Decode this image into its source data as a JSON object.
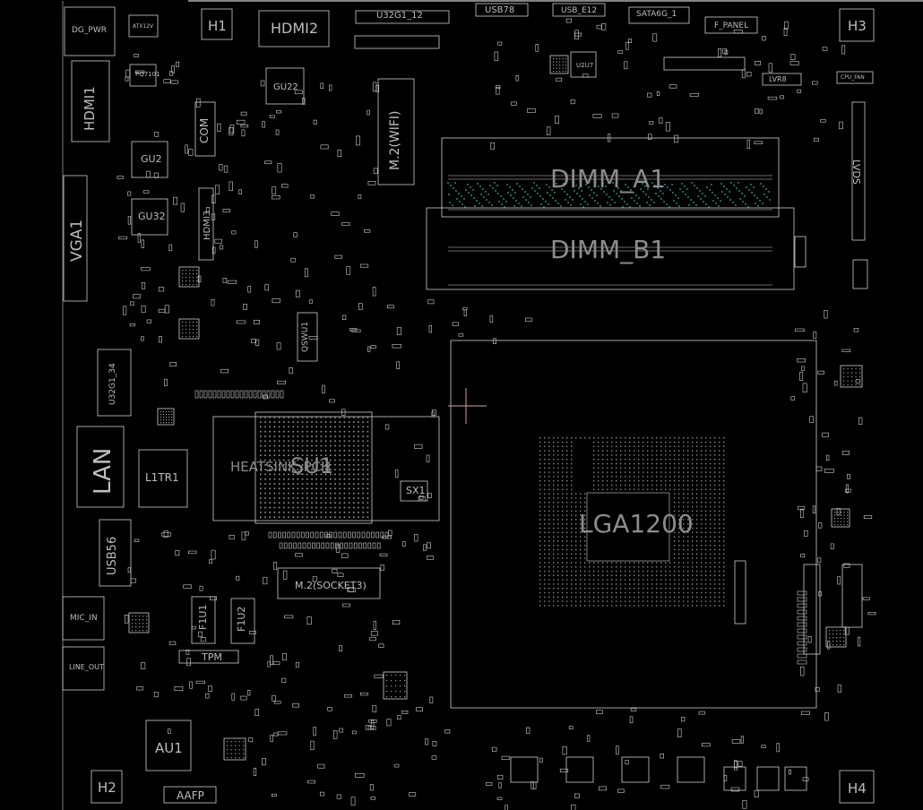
{
  "board": {
    "background": "#000000",
    "line_color": "#cfcfcf",
    "text_color": "#bdbdbd",
    "via_color": "#1fb59a",
    "cursor_color": "#d8a0a0"
  },
  "labels": {
    "dg_pwr": "DG_PWR",
    "atx12v": "ATX12V",
    "h1": "H1",
    "hdmi2": "HDMI2",
    "u32g1_12": "U32G1_12",
    "usb78": "USB78",
    "usb_e12": "USB_E12",
    "sata6g_1": "SATA6G_1",
    "f_panel": "F_PANEL",
    "h3": "H3",
    "pq7101": "PQ7101",
    "hdmi1": "HDMI1",
    "gu22": "GU22",
    "m2_wifi": "M.2(WIFI)",
    "u2u7": "U2U7",
    "cpu_fan": "CPU_FAN",
    "lvr8": "LVR8",
    "com": "COM",
    "gu2": "GU2",
    "dimm_a1": "DIMM_A1",
    "lvds": "LVDS",
    "vga1": "VGA1",
    "gu32": "GU32",
    "hdmi3": "HDMI3",
    "dimm_b1": "DIMM_B1",
    "qswu1": "QSWU1",
    "u32g1_34": "U32G1_34",
    "lan": "LAN",
    "l1tr1": "L1TR1",
    "heatsink_pch": "HEATSINK_PCH",
    "su1": "SU1",
    "sx1": "SX1",
    "lga1200": "LGA1200",
    "usb56": "USB56",
    "m2_socket3": "M.2(SOCKET3)",
    "mic_in": "MIC_IN",
    "f1u1": "F1U1",
    "f1u2": "F1U2",
    "tpm": "TPM",
    "line_out": "LINE_OUT",
    "au1": "AU1",
    "h2": "H2",
    "aafp": "AAFP",
    "h4": "H4"
  }
}
